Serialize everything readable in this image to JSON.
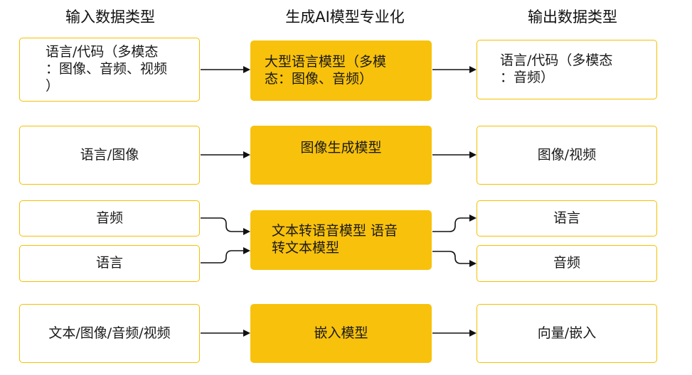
{
  "headers": {
    "input": "输入数据类型",
    "model": "生成AI模型专业化",
    "output": "输出数据类型"
  },
  "rows": [
    {
      "input": "语言/代码（多模态\n：图像、音频、视频\n）",
      "model": "大型语言模型（多模\n态：图像、音频）",
      "output": "语言/代码（多模态\n：音频）"
    },
    {
      "input": "语言/图像",
      "model": "图像生成模型",
      "output": "图像/视频"
    },
    {
      "inputs": [
        "音频",
        "语言"
      ],
      "model": "文本转语音模型 语音\n转文本模型",
      "outputs": [
        "语言",
        "音频"
      ]
    },
    {
      "input": "文本/图像/音频/视频",
      "model": "嵌入模型",
      "output": "向量/嵌入"
    }
  ],
  "colors": {
    "accent": "#f8c10b",
    "border": "#f5c000",
    "arrow": "#111111"
  }
}
